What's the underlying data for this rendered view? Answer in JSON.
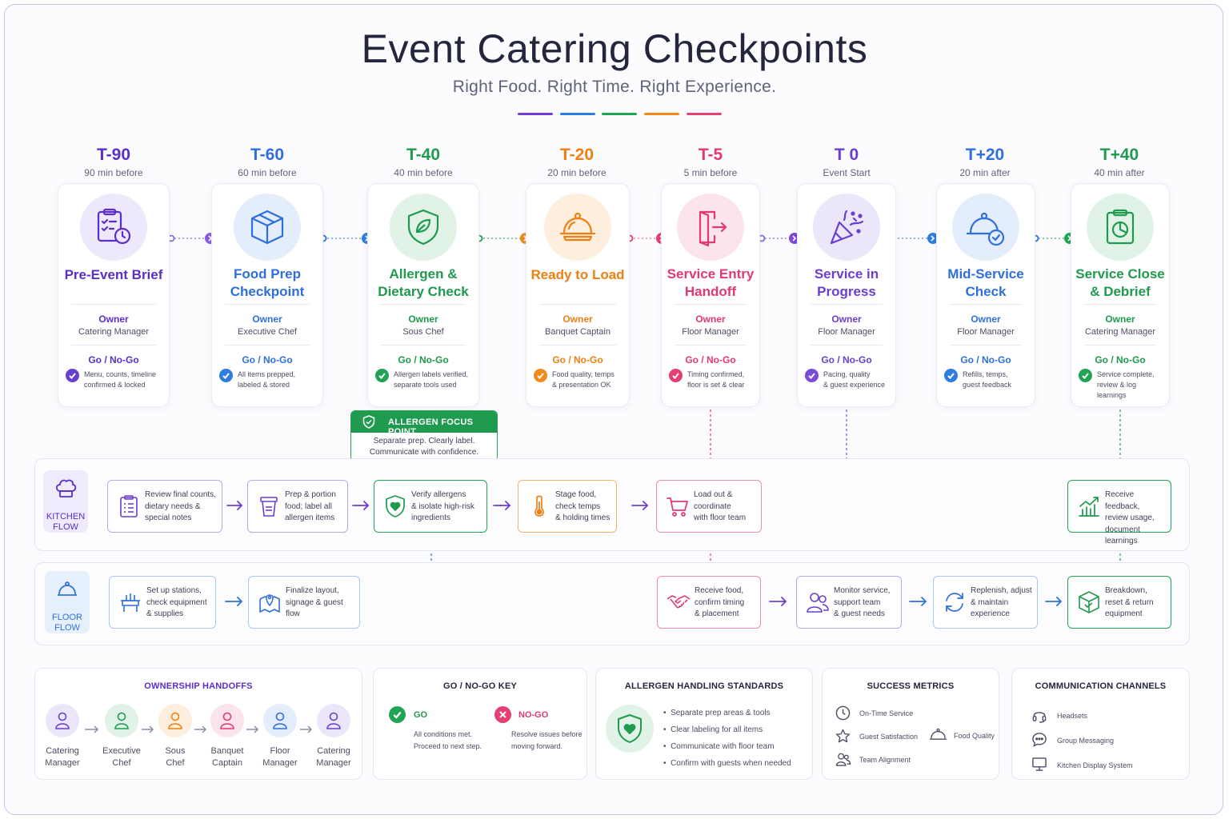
{
  "header": {
    "title": "Event Catering Checkpoints",
    "subtitle": "Right Food. Right Time. Right Experience.",
    "accent_bars": [
      "#6c3fd6",
      "#2f7de1",
      "#22a455",
      "#f08a1c",
      "#e63f73"
    ]
  },
  "checkpoints": [
    {
      "time": "T-90",
      "sub": "90 min before",
      "name": [
        "Pre-Event Brief",
        ""
      ],
      "owner_label": "Owner",
      "owner": "Catering Manager",
      "go_label": "Go / No-Go",
      "go": [
        "Menu, counts, timeline",
        "confirmed & locked"
      ],
      "color": "#5b2ec9",
      "icon": "clipboard-clock-icon"
    },
    {
      "time": "T-60",
      "sub": "60 min before",
      "name": [
        "Food Prep",
        "Checkpoint"
      ],
      "owner_label": "Owner",
      "owner": "Executive Chef",
      "go_label": "Go / No-Go",
      "go": [
        "All items prepped,",
        "labeled & stored"
      ],
      "color": "#2f6fdc",
      "icon": "box-icon"
    },
    {
      "time": "T-40",
      "sub": "40 min before",
      "name": [
        "Allergen &",
        "Dietary Check"
      ],
      "owner_label": "Owner",
      "owner": "Sous Chef",
      "go_label": "Go / No-Go",
      "go": [
        "Allergen labels verified,",
        "separate tools used"
      ],
      "color": "#1f9a4e",
      "icon": "shield-leaf-icon"
    },
    {
      "time": "T-20",
      "sub": "20 min before",
      "name": [
        "Ready to Load",
        ""
      ],
      "owner_label": "Owner",
      "owner": "Banquet Captain",
      "go_label": "Go / No-Go",
      "go": [
        "Food quality, temps",
        "& presentation OK"
      ],
      "color": "#ef7f12",
      "icon": "cloche-icon"
    },
    {
      "time": "T-5",
      "sub": "5 min before",
      "name": [
        "Service Entry",
        "Handoff"
      ],
      "owner_label": "Owner",
      "owner": "Floor Manager",
      "go_label": "Go / No-Go",
      "go": [
        "Timing confirmed,",
        "floor is set & clear"
      ],
      "color": "#e23a6e",
      "icon": "door-exit-icon"
    },
    {
      "time": "T 0",
      "sub": "Event Start",
      "name": [
        "Service in",
        "Progress"
      ],
      "owner_label": "Owner",
      "owner": "Floor Manager",
      "go_label": "Go / No-Go",
      "go": [
        "Pacing, quality",
        "& guest experience"
      ],
      "color": "#6a3fd0",
      "icon": "party-popper-icon"
    },
    {
      "time": "T+20",
      "sub": "20 min after",
      "name": [
        "Mid-Service",
        "Check"
      ],
      "owner_label": "Owner",
      "owner": "Floor Manager",
      "go_label": "Go / No-Go",
      "go": [
        "Refills, temps,",
        "guest feedback"
      ],
      "color": "#2f6fdc",
      "icon": "cloche-check-icon"
    },
    {
      "time": "T+40",
      "sub": "40 min after",
      "name": [
        "Service Close",
        "& Debrief"
      ],
      "owner_label": "Owner",
      "owner": "Catering Manager",
      "go_label": "Go / No-Go",
      "go": [
        "Service complete,",
        "review & log learnings"
      ],
      "color": "#1f9a4e",
      "icon": "clipboard-chart-icon"
    }
  ],
  "allergen_focus": {
    "title": "ALLERGEN FOCUS POINT",
    "text": [
      "Separate prep. Clearly label.",
      "Communicate with confidence."
    ]
  },
  "kitchen_flow": {
    "label": [
      "KITCHEN",
      "FLOW"
    ],
    "steps": [
      [
        "Review final counts,",
        "dietary needs &",
        "special notes"
      ],
      [
        "Prep & portion",
        "food; label all",
        "allergen items"
      ],
      [
        "Verify allergens",
        "& isolate high-risk",
        "ingredients"
      ],
      [
        "Stage food,",
        "check temps",
        "& holding times"
      ],
      [
        "Load out &",
        "coordinate",
        "with floor team"
      ],
      [
        "Receive feedback,",
        "review usage,",
        "document learnings"
      ]
    ]
  },
  "floor_flow": {
    "label": [
      "FLOOR",
      "FLOW"
    ],
    "steps": [
      [
        "Set up stations,",
        "check equipment",
        "& supplies"
      ],
      [
        "Finalize layout,",
        "signage & guest",
        "flow"
      ],
      [
        "Receive food,",
        "confirm timing",
        "& placement"
      ],
      [
        "Monitor service,",
        "support team",
        "& guest needs"
      ],
      [
        "Replenish, adjust",
        "& maintain",
        "experience"
      ],
      [
        "Breakdown,",
        "reset & return",
        "equipment"
      ]
    ]
  },
  "ownership": {
    "title": "OWNERSHIP HANDOFFS",
    "people": [
      {
        "name": [
          "Catering",
          "Manager"
        ],
        "color": "#6a3fd0"
      },
      {
        "name": [
          "Executive",
          "Chef"
        ],
        "color": "#1f9a4e"
      },
      {
        "name": [
          "Sous",
          "Chef"
        ],
        "color": "#ef7f12"
      },
      {
        "name": [
          "Banquet",
          "Captain"
        ],
        "color": "#e23a6e"
      },
      {
        "name": [
          "Floor",
          "Manager"
        ],
        "color": "#2f6fdc"
      },
      {
        "name": [
          "Catering",
          "Manager"
        ],
        "color": "#6a3fd0"
      }
    ]
  },
  "go_key": {
    "title": "GO / NO-GO KEY",
    "go": "GO",
    "go_text": [
      "All conditions met.",
      "Proceed to next step."
    ],
    "nogo": "NO-GO",
    "nogo_text": [
      "Resolve issues before",
      "moving forward."
    ]
  },
  "allergen_standards": {
    "title": "ALLERGEN HANDLING STANDARDS",
    "items": [
      "Separate prep areas & tools",
      "Clear labeling for all items",
      "Communicate with floor team",
      "Confirm with guests when needed"
    ]
  },
  "metrics": {
    "title": "SUCCESS METRICS",
    "items": [
      "On-Time Service",
      "Guest Satisfaction",
      "Food Quality",
      "Team Alignment"
    ]
  },
  "channels": {
    "title": "COMMUNICATION CHANNELS",
    "items": [
      "Headsets",
      "Group Messaging",
      "Kitchen Display System"
    ]
  }
}
